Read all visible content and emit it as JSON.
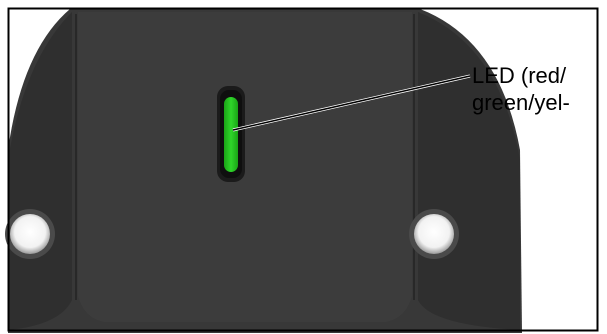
{
  "callout": {
    "line1": "LED (red/",
    "line2": "green/yel-"
  },
  "colors": {
    "housing": "#3a3a3a",
    "housing_dark": "#2c2c2c",
    "led_green": "#22c31e",
    "led_bezel": "#1a1a1a",
    "frame_border": "#000000",
    "background": "#ffffff"
  },
  "icons": {
    "led": "status-led",
    "mounting_hole": "screw-hole"
  }
}
